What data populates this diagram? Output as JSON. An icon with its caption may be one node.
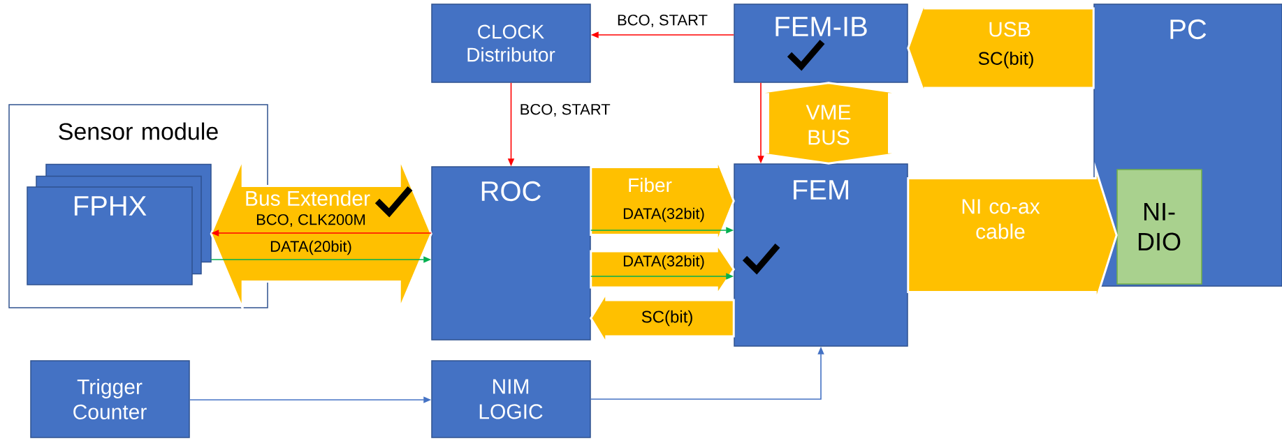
{
  "diagram": {
    "nodes": [
      {
        "text": [
          "Sensor module"
        ]
      },
      {
        "text": [
          "FPHX"
        ],
        "in": 0
      },
      {
        "text": [
          "CLOCK Distributor"
        ]
      },
      {
        "text": [
          "ROC"
        ]
      },
      {
        "text": [
          "FEM-IB"
        ]
      },
      {
        "text": [
          "FEM"
        ]
      },
      {
        "text": [
          "PC"
        ]
      },
      {
        "text": [
          "NI-DIO"
        ],
        "in": 6
      },
      {
        "text": [
          "Trigger Counter"
        ]
      },
      {
        "text": [
          "NIM LOGIC"
        ]
      }
    ],
    "edges": [
      {
        "from": 3,
        "to": 1,
        "arrow": "to",
        "label": "BCO, CLK200M",
        "color": "#ff0000"
      },
      {
        "from": 1,
        "to": 3,
        "arrow": "to",
        "label": "DATA(20bit)",
        "color": "#00b050"
      },
      {
        "from": 4,
        "to": 2,
        "arrow": "to",
        "label": "BCO, START",
        "color": "#ff0000"
      },
      {
        "from": 2,
        "to": 3,
        "arrow": "to",
        "label": "BCO, START",
        "color": "#ff0000"
      },
      {
        "from": 4,
        "to": 5,
        "arrow": "to",
        "color": "#ff0000"
      },
      {
        "from": 3,
        "to": 5,
        "arrow": "to",
        "label": "DATA(32bit)",
        "color": "#00b050"
      },
      {
        "from": 3,
        "to": 5,
        "arrow": "to",
        "label": "DATA(32bit)",
        "color": "#00b050"
      },
      {
        "from": 8,
        "to": 9,
        "arrow": "to",
        "color": "#4472c4"
      },
      {
        "from": 9,
        "to": 5,
        "arrow": "to",
        "color": "#4472c4"
      },
      {
        "from": 1,
        "to": 3,
        "arrow": "both",
        "label": "Bus Extender",
        "style": "thick",
        "color": "#ffc000"
      },
      {
        "from": 3,
        "to": 5,
        "arrow": "to",
        "label": "Fiber",
        "style": "thick",
        "color": "#ffc000"
      },
      {
        "from": 3,
        "to": 5,
        "arrow": "to",
        "style": "thick",
        "color": "#ffc000"
      },
      {
        "from": 5,
        "to": 3,
        "arrow": "to",
        "label": "SC(bit)",
        "style": "thick",
        "color": "#ffc000"
      },
      {
        "from": 4,
        "to": 5,
        "arrow": "both",
        "label": "VME BUS",
        "style": "thick",
        "color": "#ffc000"
      },
      {
        "from": 6,
        "to": 4,
        "arrow": "to",
        "label": "USB",
        "style": "thick",
        "color": "#ffc000"
      },
      {
        "from": 5,
        "to": 7,
        "arrow": "to",
        "label": "NI co-ax cable",
        "style": "thick",
        "color": "#ffc000"
      }
    ],
    "labels": [
      "SC(bit)"
    ]
  }
}
